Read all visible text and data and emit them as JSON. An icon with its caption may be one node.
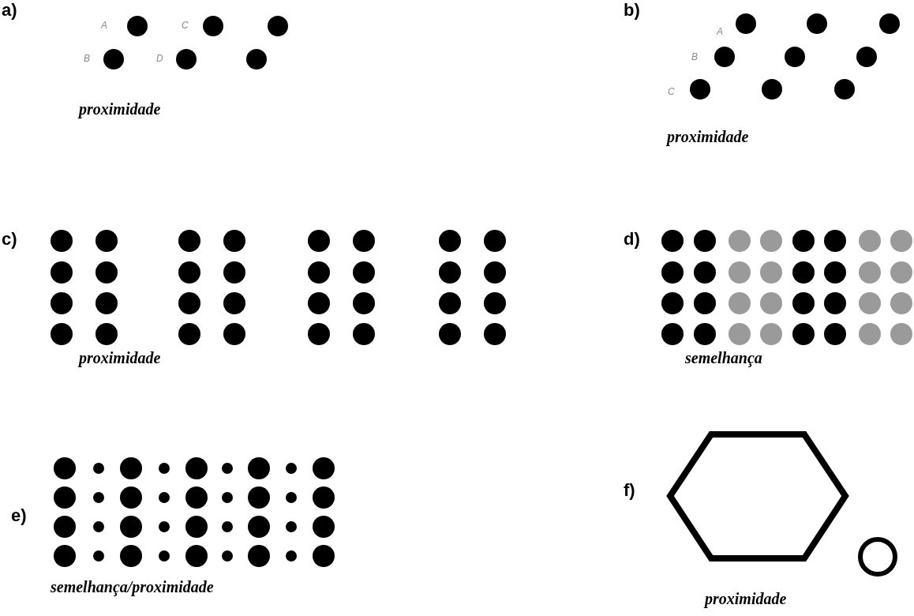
{
  "diagram": {
    "labels": [
      "a)",
      "A",
      "C",
      "B",
      "D",
      "proximidade",
      "b)",
      "A",
      "B",
      "C",
      "proximidade",
      "c)",
      "proximidade",
      "d)",
      "semelhança",
      "e)",
      "semelhança/proximidade",
      "f)",
      "proximidade"
    ]
  }
}
